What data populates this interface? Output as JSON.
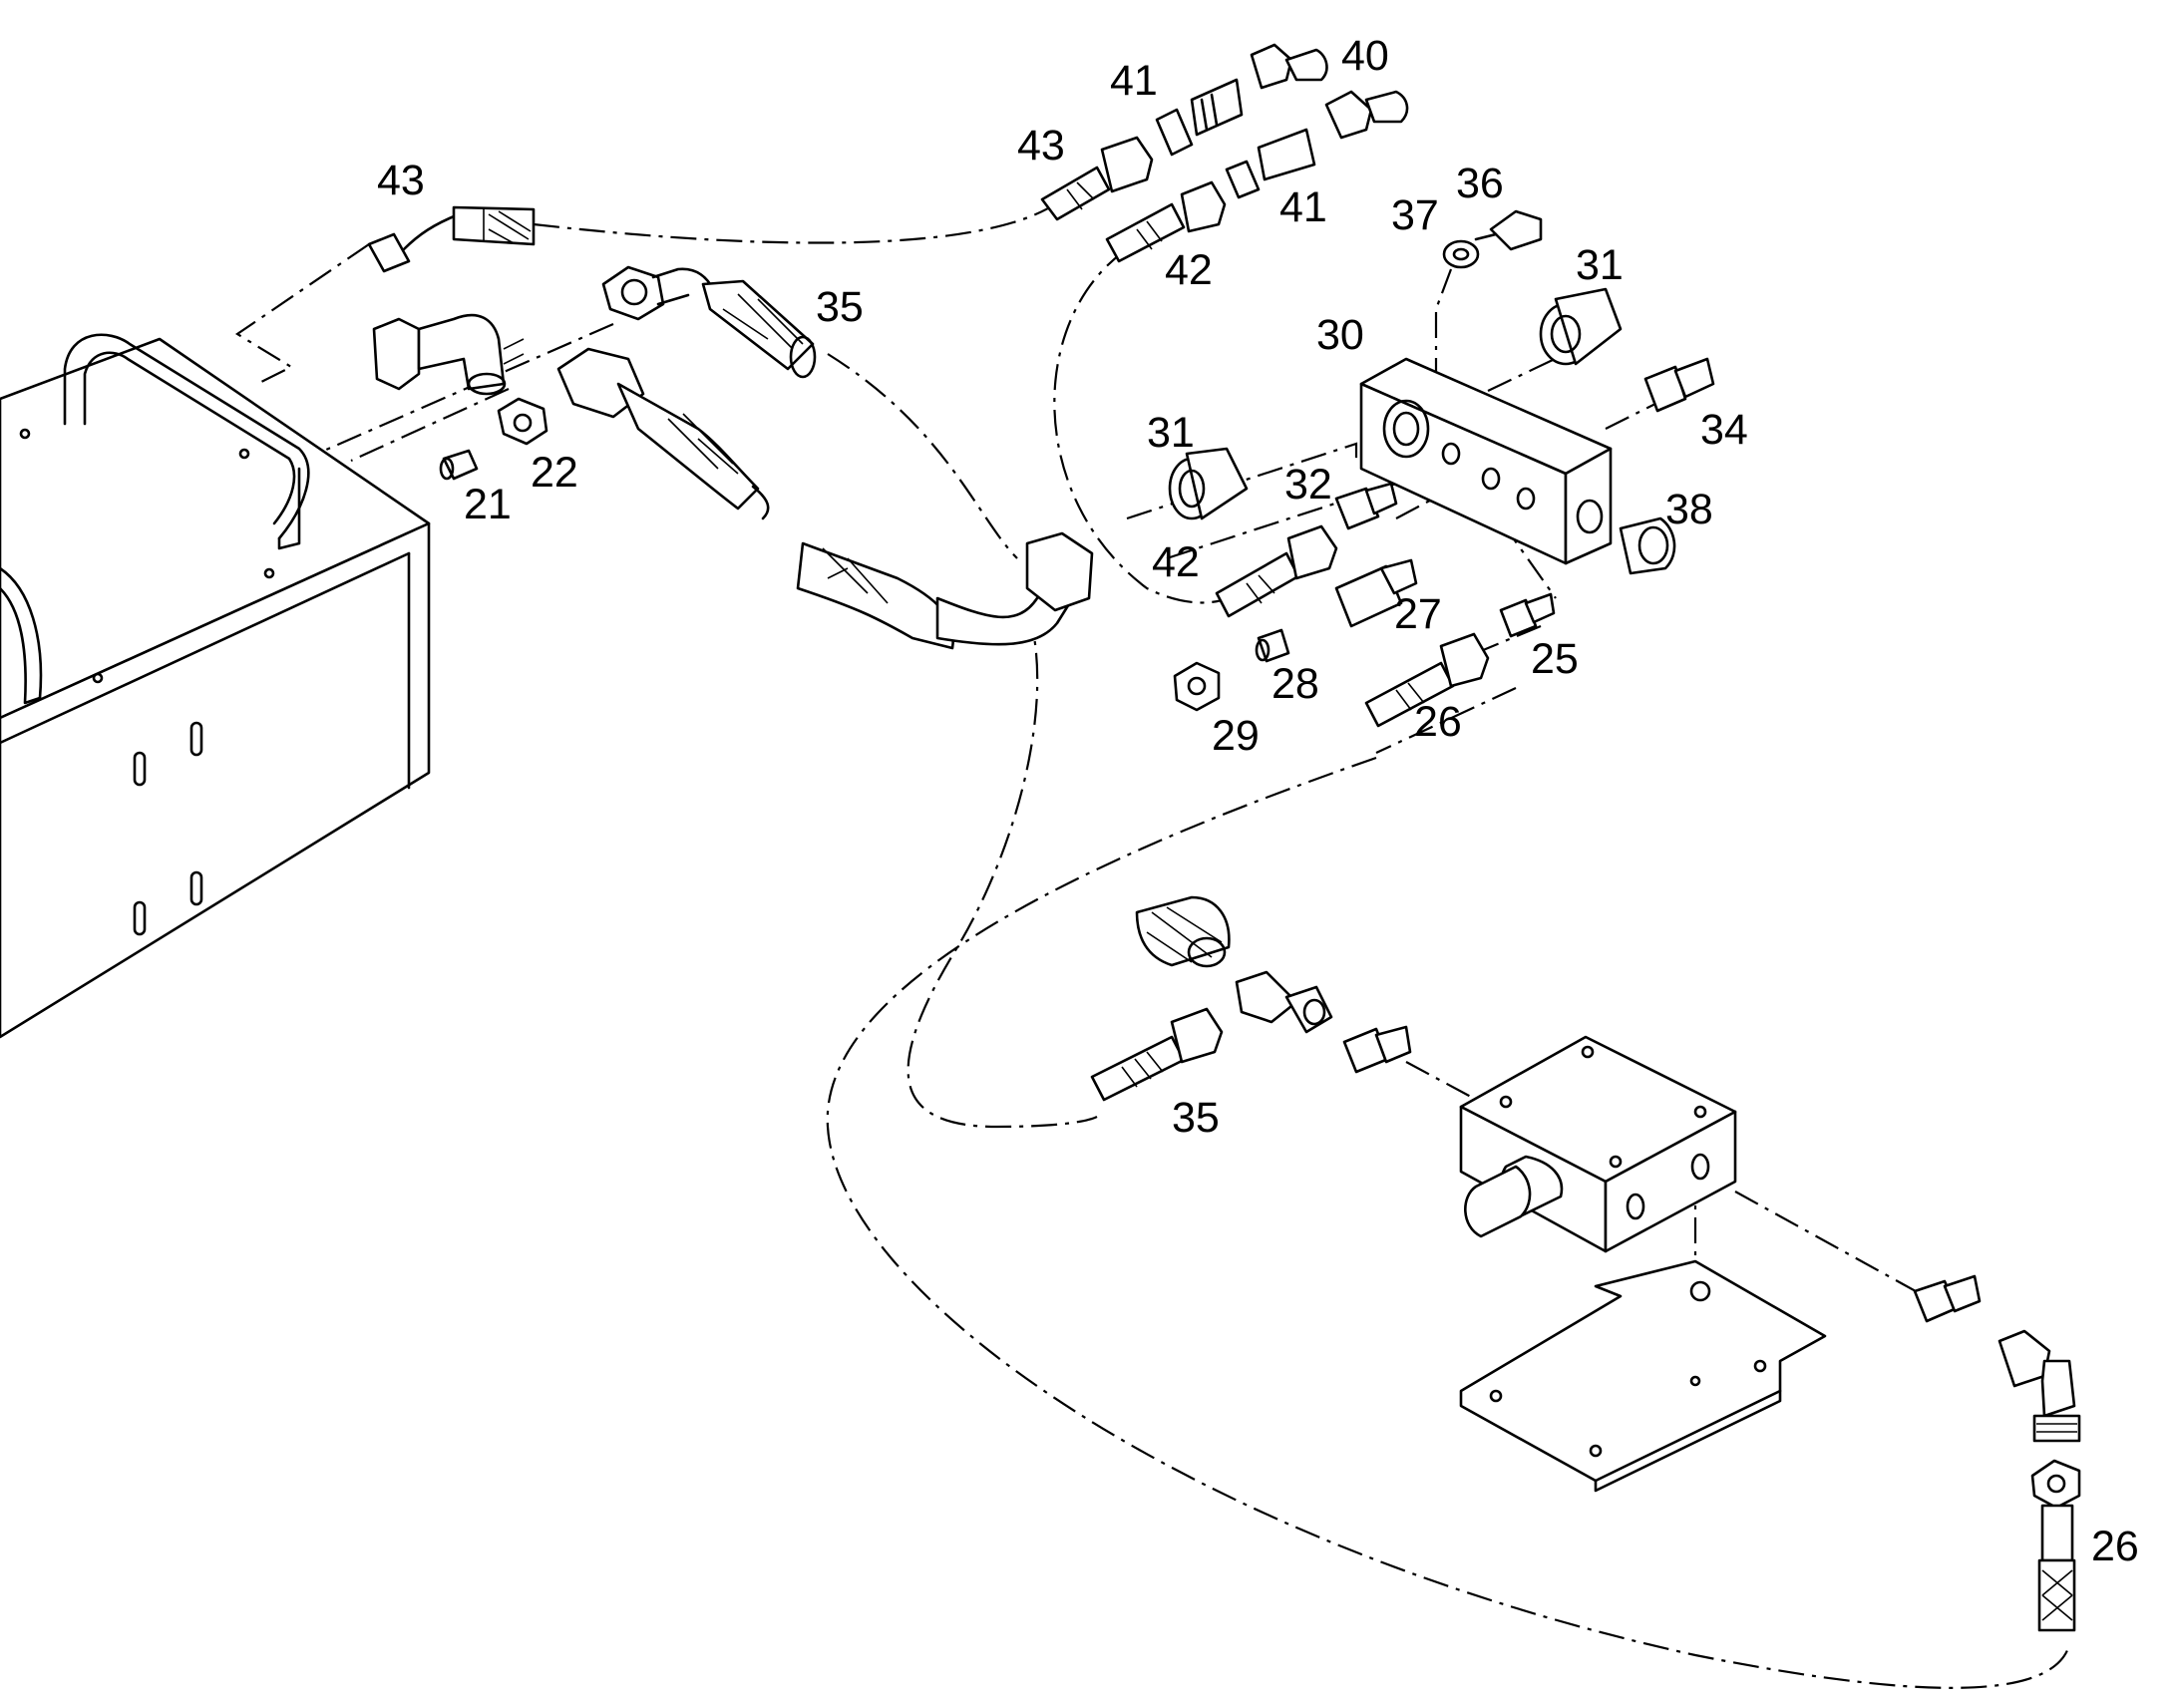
{
  "labels": {
    "l40": "40",
    "l41a": "41",
    "l41b": "41",
    "l43a": "43",
    "l43b": "43",
    "l42a": "42",
    "l42b": "42",
    "l35a": "35",
    "l35b": "35",
    "l37": "37",
    "l36": "36",
    "l31a": "31",
    "l31b": "31",
    "l30": "30",
    "l34": "34",
    "l32": "32",
    "l38": "38",
    "l22": "22",
    "l21": "21",
    "l27": "27",
    "l25": "25",
    "l28": "28",
    "l29": "29",
    "l26a": "26",
    "l26b": "26"
  }
}
